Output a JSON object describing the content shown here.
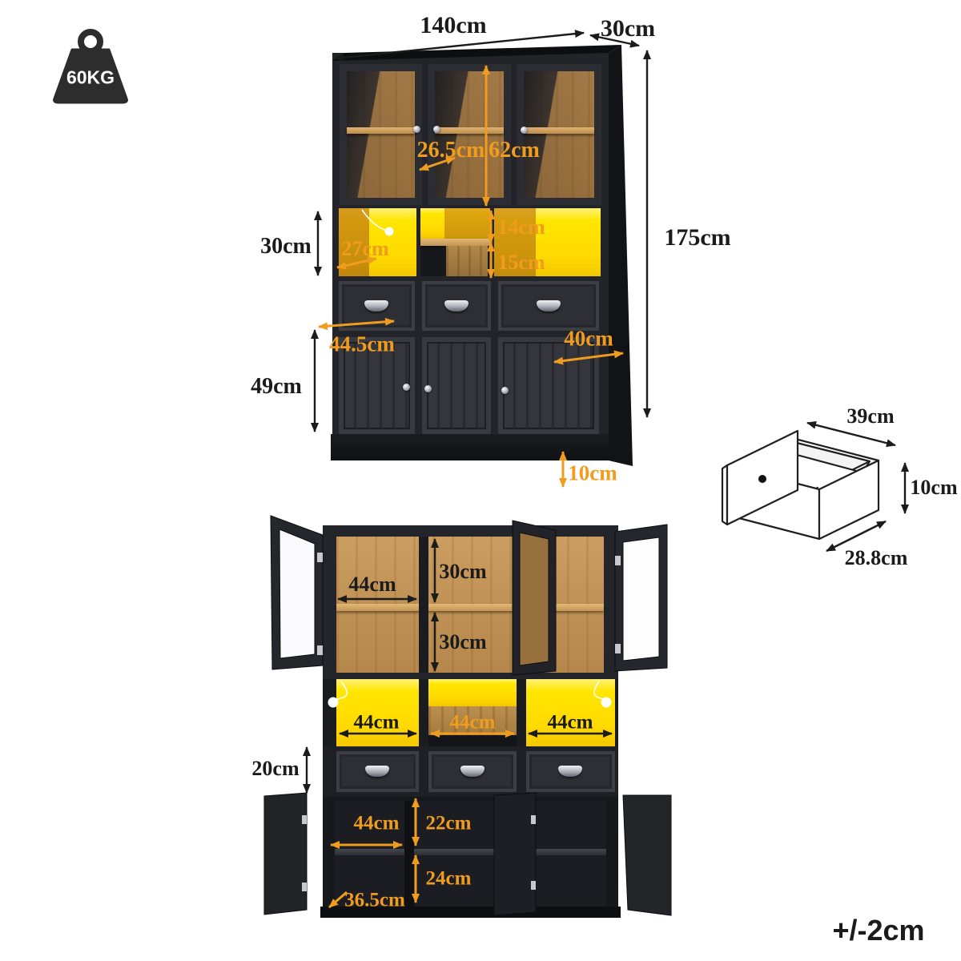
{
  "colors": {
    "accent_orange": "#f09c1e",
    "label_black": "#1b1b1b",
    "led_yellow": "#ffe600",
    "cabinet_black": "#26272c",
    "wood": "#c0905a"
  },
  "weight_badge": {
    "label": "60KG"
  },
  "front_view": {
    "width": "140cm",
    "depth": "30cm",
    "height": "175cm",
    "glass_shelf_depth": "26.5cm",
    "glass_door_height": "62cm",
    "open_shelf_height": "30cm",
    "open_shelf_depth": "27cm",
    "led_upper_gap": "14cm",
    "led_lower_gap": "15cm",
    "drawer_width": "44.5cm",
    "base_depth": "40cm",
    "lower_door_height": "49cm",
    "plinth_height": "10cm"
  },
  "drawer_detail": {
    "width": "39cm",
    "height": "10cm",
    "depth": "28.8cm"
  },
  "open_view": {
    "compartment_width": "44cm",
    "shelf_gap_top": "30cm",
    "shelf_gap_bottom": "30cm",
    "led_cell_widths": [
      "44cm",
      "44cm",
      "44cm"
    ],
    "drawer_front_height": "20cm",
    "base_compartment_width": "44cm",
    "base_gap_top": "22cm",
    "base_gap_bottom": "24cm",
    "base_inner_depth": "36.5cm"
  },
  "tolerance_note": "+/-2cm"
}
